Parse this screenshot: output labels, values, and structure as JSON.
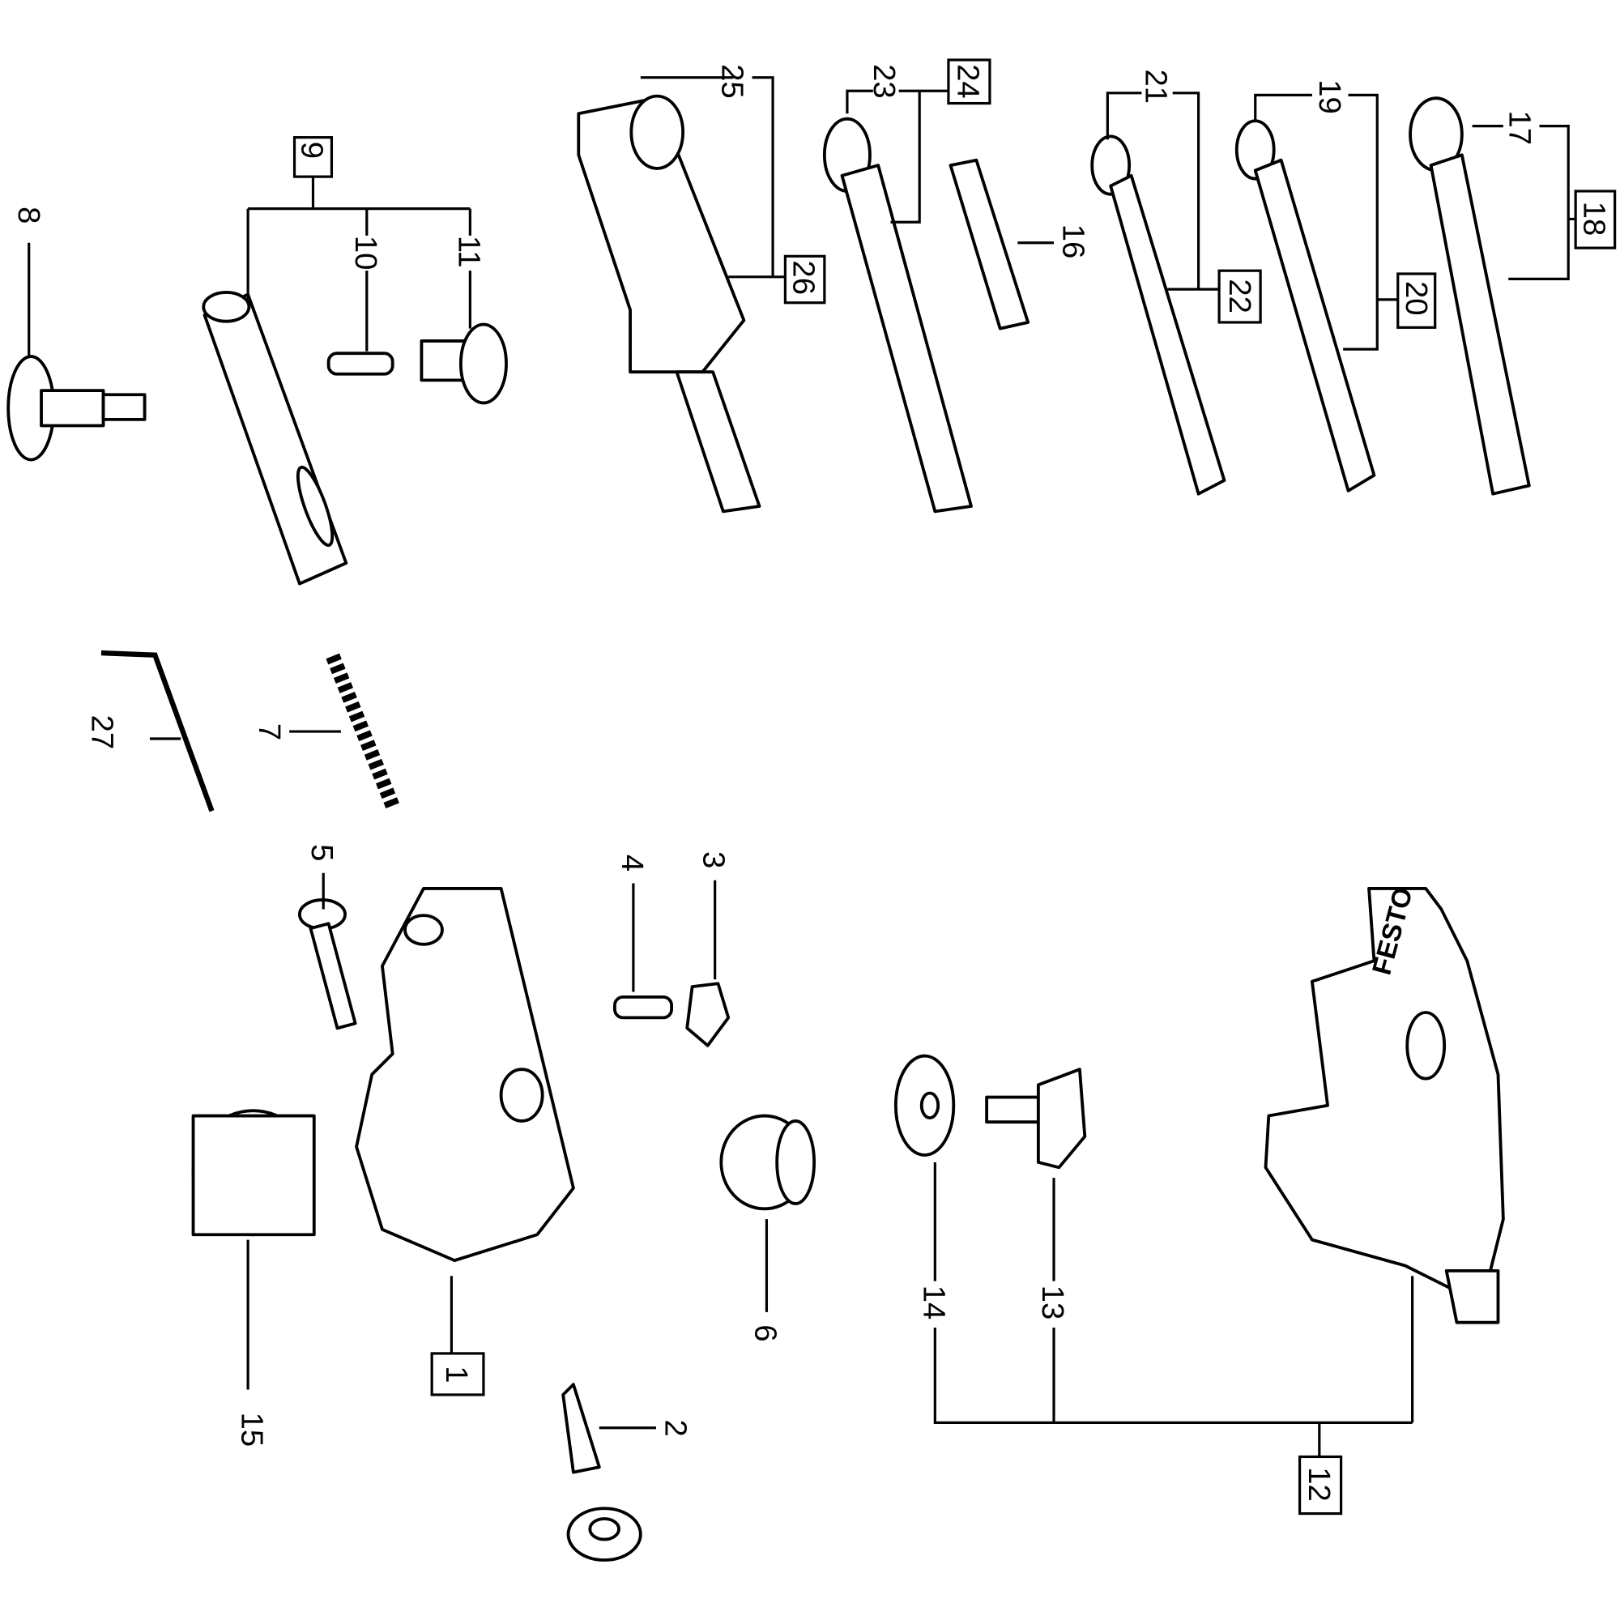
{
  "title": "Exploded parts diagram",
  "brand": "FESTO",
  "labels": {
    "p1": "1",
    "p2": "2",
    "p3": "3",
    "p4": "4",
    "p5": "5",
    "p6": "6",
    "p7": "7",
    "p8": "8",
    "p9": "9",
    "p10": "10",
    "p11": "11",
    "p12": "12",
    "p13": "13",
    "p14": "14",
    "p15": "15",
    "p16": "16",
    "p17": "17",
    "p18": "18",
    "p19": "19",
    "p20": "20",
    "p21": "21",
    "p22": "22",
    "p23": "23",
    "p24": "24",
    "p25": "25",
    "p26": "26",
    "p27": "27"
  },
  "boxed_labels": [
    "1",
    "9",
    "12",
    "18",
    "20",
    "22",
    "24",
    "26"
  ]
}
